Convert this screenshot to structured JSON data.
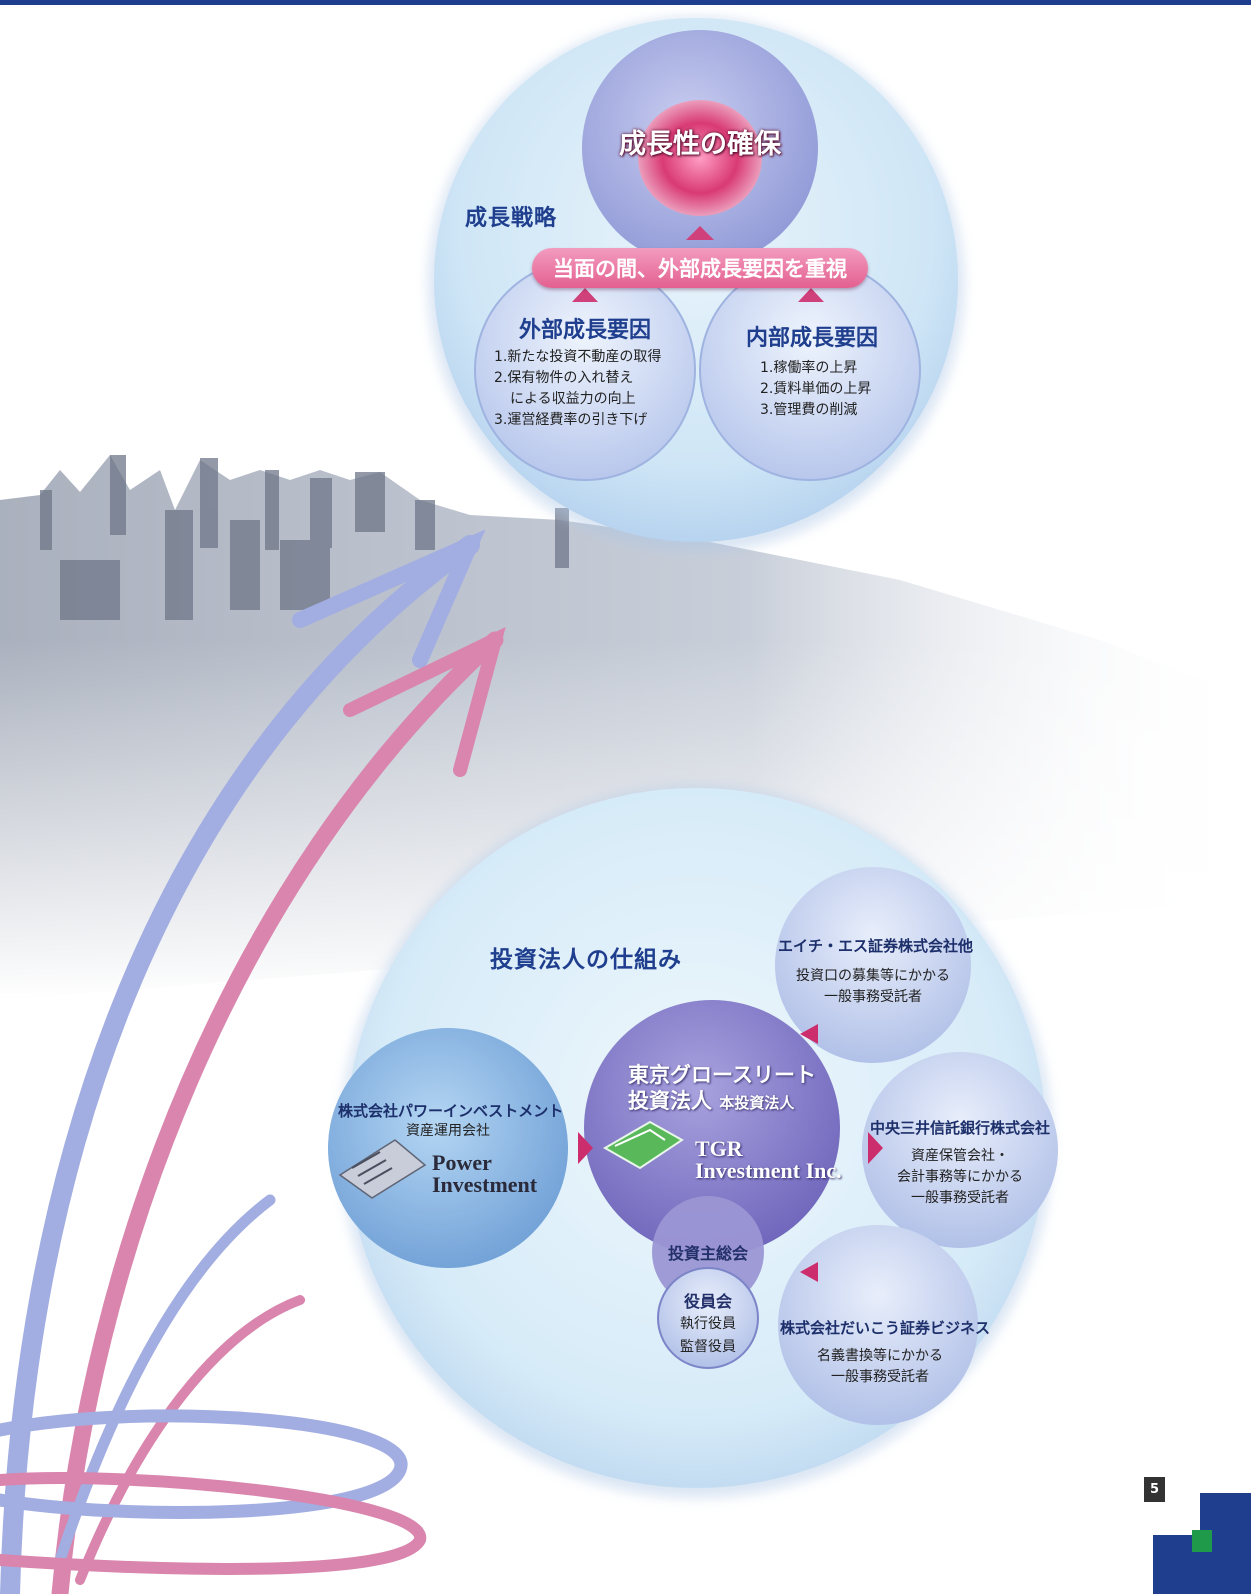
{
  "colors": {
    "navy": "#1f3f8e",
    "pink": "#d24d80",
    "lavender": "#9aa4dc",
    "light_blue": "#d9ecf8"
  },
  "strategy": {
    "title": "成長戦略",
    "goal": "成長性の確保",
    "banner": "当面の間、外部成長要因を重視",
    "external": {
      "title": "外部成長要因",
      "items": [
        "1.新たな投資不動産の取得",
        "2.保有物件の入れ替え",
        "による収益力の向上",
        "3.運営経費率の引き下げ"
      ]
    },
    "internal": {
      "title": "内部成長要因",
      "items": [
        "1.稼働率の上昇",
        "2.賃料単価の上昇",
        "3.管理費の削減"
      ]
    }
  },
  "structure": {
    "title": "投資法人の仕組み",
    "asset_manager": {
      "name": "株式会社パワーインベストメント",
      "role": "資産運用会社",
      "logo_line1": "Power",
      "logo_line2": "Investment"
    },
    "fund": {
      "name_line1": "東京グロースリート",
      "name_line2": "投資法人",
      "role": "本投資法人",
      "logo_line1": "TGR",
      "logo_line2": "Investment Inc."
    },
    "general_meeting": "投資主総会",
    "board": {
      "title": "役員会",
      "line1": "執行役員",
      "line2": "監督役員"
    },
    "underwriter": {
      "name": "エイチ・エス証券株式会社他",
      "line1": "投資口の募集等にかかる",
      "line2": "一般事務受託者"
    },
    "custodian": {
      "name": "中央三井信託銀行株式会社",
      "line1": "資産保管会社・",
      "line2": "会計事務等にかかる",
      "line3": "一般事務受託者"
    },
    "transfer_agent": {
      "name": "株式会社だいこう証券ビジネス",
      "line1": "名義書換等にかかる",
      "line2": "一般事務受託者"
    }
  },
  "page_number": "5"
}
